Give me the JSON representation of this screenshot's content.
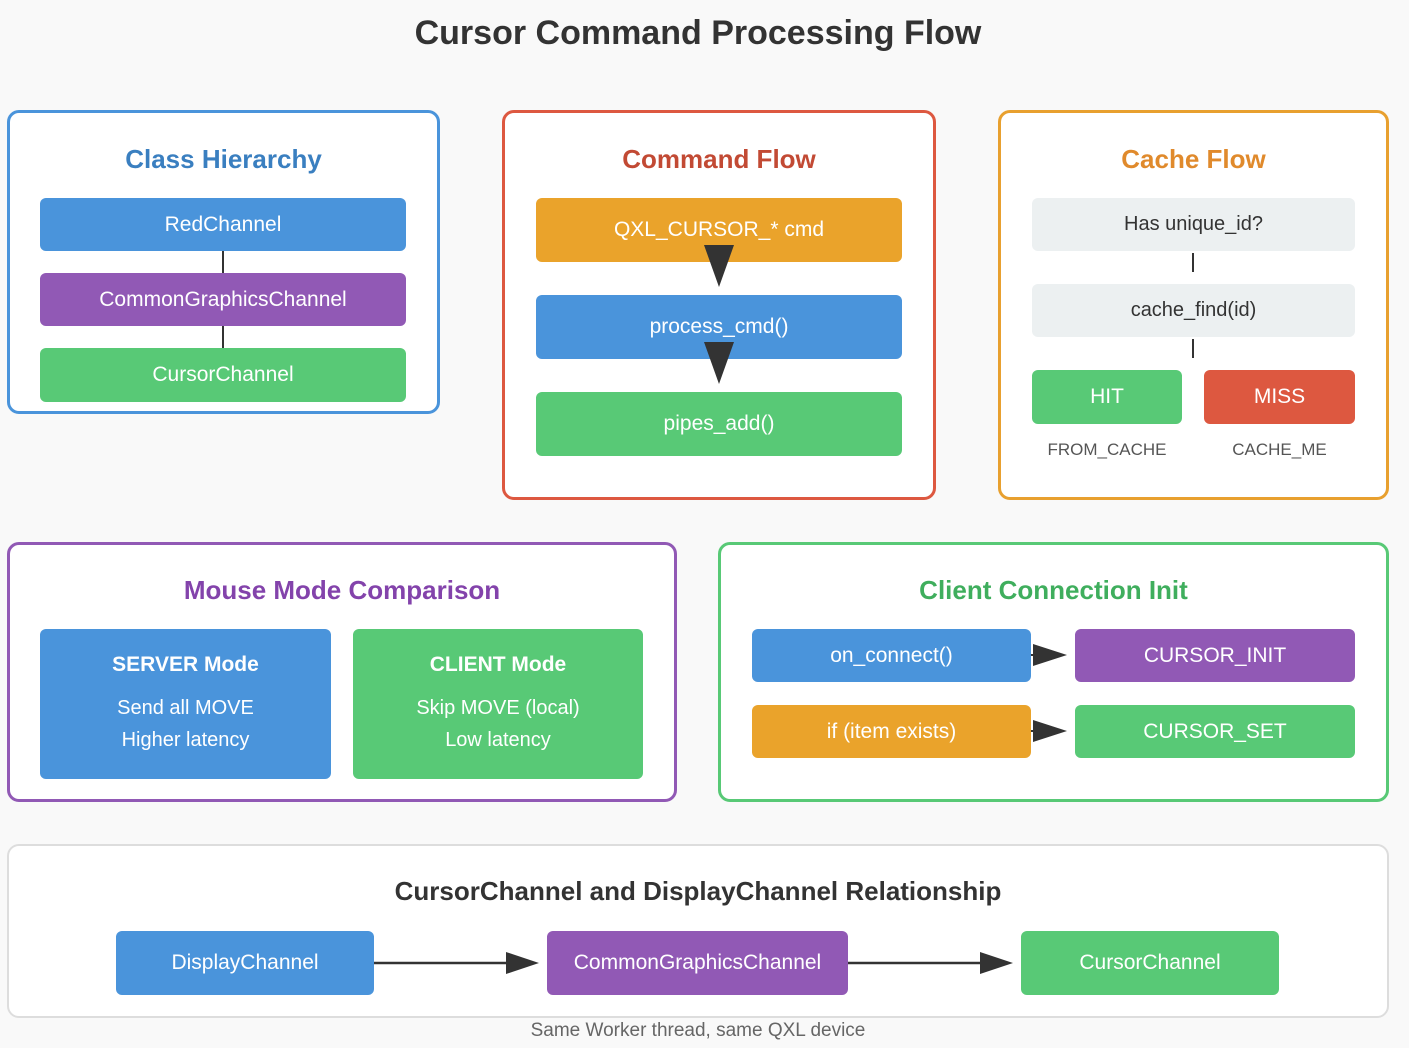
{
  "title": "Cursor Command Processing Flow",
  "colors": {
    "blue": "#4a94db",
    "purple": "#9159b5",
    "green": "#58c976",
    "orange": "#eaa32b",
    "red": "#dd5840",
    "gray": "#ecf0f1"
  },
  "class_hierarchy": {
    "title": "Class Hierarchy",
    "items": [
      "RedChannel",
      "CommonGraphicsChannel",
      "CursorChannel"
    ]
  },
  "command_flow": {
    "title": "Command Flow",
    "steps": [
      "QXL_CURSOR_* cmd",
      "process_cmd()",
      "pipes_add()"
    ]
  },
  "cache_flow": {
    "title": "Cache Flow",
    "check": "Has unique_id?",
    "find": "cache_find(id)",
    "hit": "HIT",
    "miss": "MISS",
    "hit_label": "FROM_CACHE",
    "miss_label": "CACHE_ME"
  },
  "mouse_mode": {
    "title": "Mouse Mode Comparison",
    "server": {
      "title": "SERVER Mode",
      "line1": "Send all MOVE",
      "line2": "Higher latency"
    },
    "client": {
      "title": "CLIENT Mode",
      "line1": "Skip MOVE (local)",
      "line2": "Low latency"
    }
  },
  "client_init": {
    "title": "Client Connection Init",
    "row1_left": "on_connect()",
    "row1_right": "CURSOR_INIT",
    "row2_left": "if (item exists)",
    "row2_right": "CURSOR_SET"
  },
  "relationship": {
    "title": "CursorChannel and DisplayChannel Relationship",
    "nodes": [
      "DisplayChannel",
      "CommonGraphicsChannel",
      "CursorChannel"
    ],
    "caption": "Same Worker thread, same QXL device"
  }
}
